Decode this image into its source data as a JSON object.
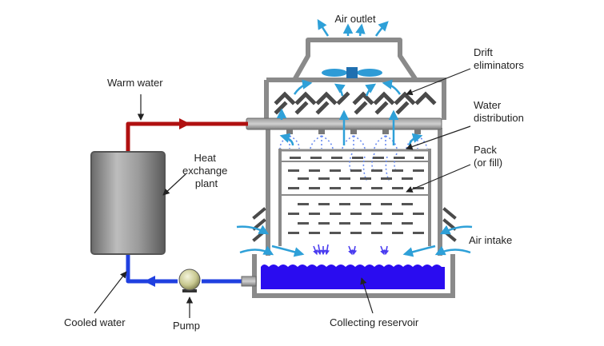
{
  "labels": {
    "air_outlet": "Air outlet",
    "drift_eliminators": [
      "Drift",
      "eliminators"
    ],
    "water_distribution": [
      "Water",
      "distribution"
    ],
    "pack": [
      "Pack",
      "(or fill)"
    ],
    "air_intake": "Air intake",
    "warm_water": "Warm water",
    "heat_exchange_plant": [
      "Heat",
      "exchange",
      "plant"
    ],
    "cooled_water": "Cooled water",
    "pump": "Pump",
    "collecting_reservoir": "Collecting reservoir"
  },
  "colors": {
    "warm_pipe": "#b01010",
    "cool_pipe": "#2040e0",
    "reservoir_water": "#2a0cf0",
    "air_arrow": "#2ea0d8",
    "tower_frame": "#8a8a8a",
    "louver": "#4a4a4a",
    "spray": "#6a8cf0"
  }
}
